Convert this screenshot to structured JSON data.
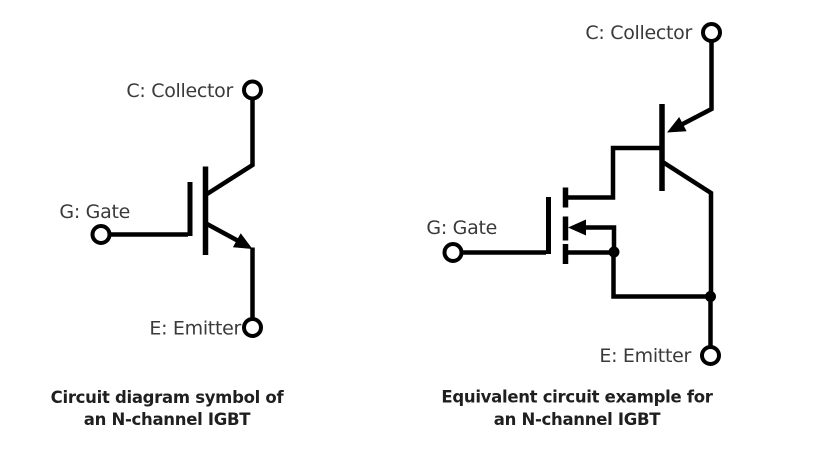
{
  "colors": {
    "background": "#ffffff",
    "line": "#000000",
    "label": "#3a3a3a",
    "caption": "#1f1f1f"
  },
  "left": {
    "labels": {
      "collector": "C: Collector",
      "gate": "G: Gate",
      "emitter": "E: Emitter"
    },
    "caption": {
      "line1": "Circuit diagram symbol of",
      "line2": "an N-channel IGBT"
    }
  },
  "right": {
    "labels": {
      "collector": "C: Collector",
      "gate": "G: Gate",
      "emitter": "E: Emitter"
    },
    "caption": {
      "line1": "Equivalent circuit example for",
      "line2": "an N-channel IGBT"
    }
  }
}
